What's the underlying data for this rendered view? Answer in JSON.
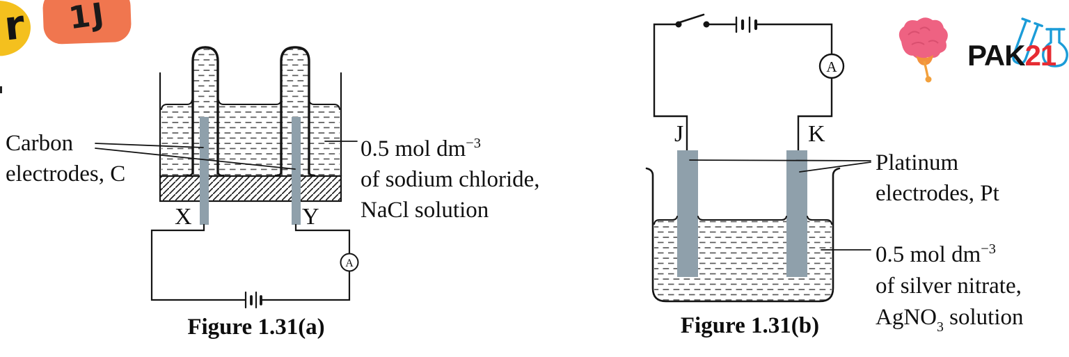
{
  "stickers": {
    "corner_letter": "r",
    "tag_text": "1J"
  },
  "brand": {
    "name_black": "PAK",
    "name_red": "21"
  },
  "figure_a": {
    "caption": "Figure 1.31(a)",
    "electrode_left_label": "X",
    "electrode_right_label": "Y",
    "ammeter_label": "A",
    "label_electrodes": {
      "line1": "Carbon",
      "line2": "electrodes, C"
    },
    "label_solution": {
      "line1_base": "0.5 mol dm",
      "line1_sup": "−3",
      "line2": "of sodium chloride,",
      "line3": "NaCl solution"
    }
  },
  "figure_b": {
    "caption": "Figure 1.31(b)",
    "electrode_left_label": "J",
    "electrode_right_label": "K",
    "ammeter_label": "A",
    "label_electrodes": {
      "line1": "Platinum",
      "line2": "electrodes, Pt"
    },
    "label_solution": {
      "line1_base": "0.5 mol dm",
      "line1_sup": "−3",
      "line2": "of silver nitrate,",
      "line3_base": "AgNO",
      "line3_sub": "3",
      "line3_suffix": " solution"
    }
  },
  "colors": {
    "electrode_gray": "#8fa0ab",
    "sticker_yellow": "#f4c01e",
    "sticker_orange": "#f0764f",
    "brand_red": "#e62b32",
    "brand_blue": "#1b9cd8",
    "brain_pink": "#ee6282",
    "drip_orange": "#f2a03c"
  }
}
